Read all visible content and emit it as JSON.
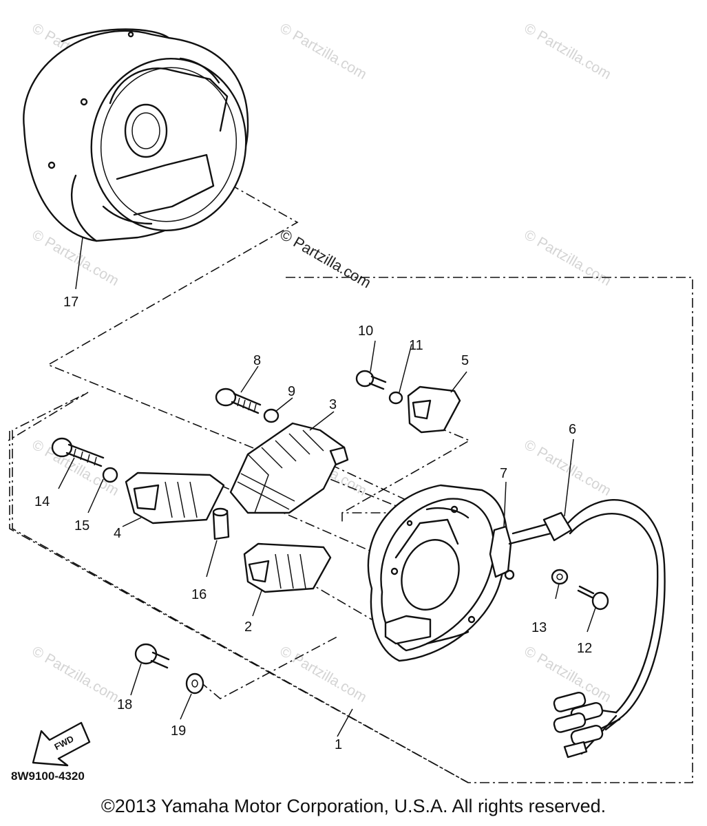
{
  "watermark": {
    "text": "© Partzilla.com",
    "center_text": "© Partzilla.com"
  },
  "callouts": [
    "1",
    "2",
    "3",
    "4",
    "5",
    "6",
    "7",
    "8",
    "9",
    "10",
    "11",
    "12",
    "13",
    "14",
    "15",
    "16",
    "17",
    "18",
    "19"
  ],
  "diagram_code": "8W9100-4320",
  "fwd_label": "FWD",
  "copyright": "©2013  Yamaha Motor Corporation, U.S.A. All rights reserved."
}
